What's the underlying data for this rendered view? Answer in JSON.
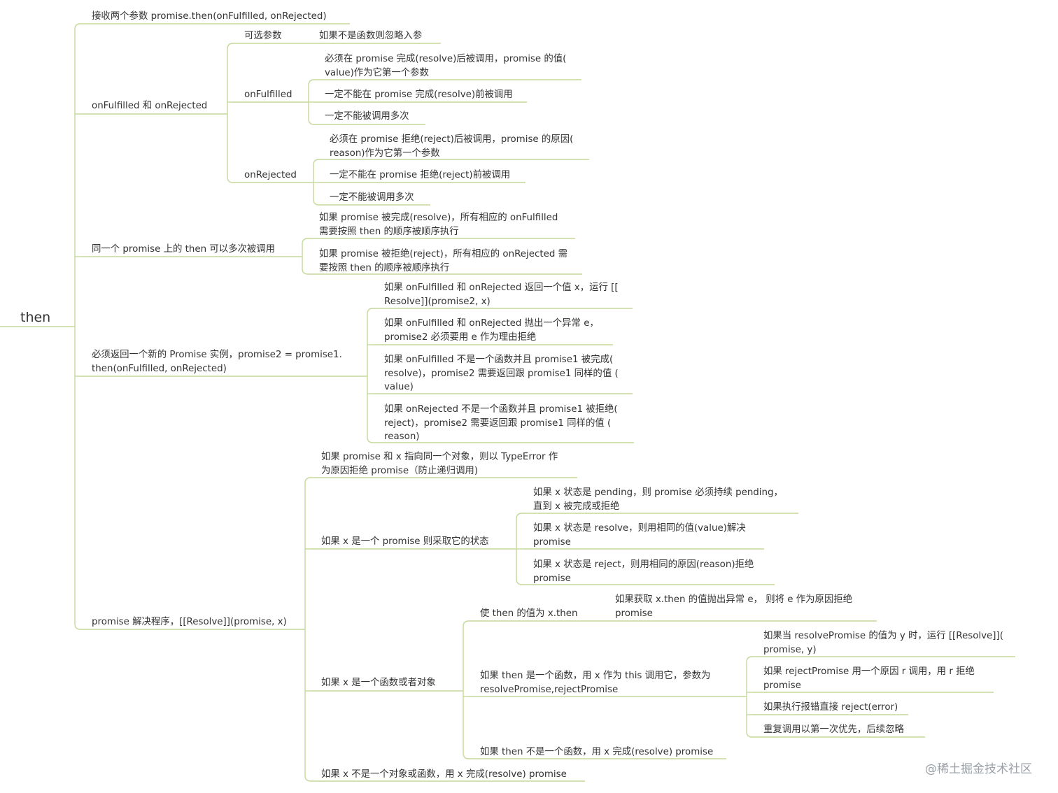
{
  "root": "then",
  "branches": {
    "b1": "接收两个参数 promise.then(onFulfilled, onRejected)",
    "b2": "onFulfilled 和 onRejected",
    "b2_optional": "可选参数",
    "b2_optional_1": "如果不是函数则忽略入参",
    "b2_onf": "onFulfilled",
    "b2_onf_1": "必须在 promise 完成(resolve)后被调用，promise 的值(\nvalue)作为它第一个参数",
    "b2_onf_2": "一定不能在 promise 完成(resolve)前被调用",
    "b2_onf_3": "一定不能被调用多次",
    "b2_onr": "onRejected",
    "b2_onr_1": "必须在 promise 拒绝(reject)后被调用，promise 的原因(\nreason)作为它第一个参数",
    "b2_onr_2": "一定不能在 promise 拒绝(reject)前被调用",
    "b2_onr_3": "一定不能被调用多次",
    "b3": "同一个 promise 上的 then 可以多次被调用",
    "b3_1": "如果 promise 被完成(resolve)，所有相应的 onFulfilled\n需要按照 then 的顺序被顺序执行",
    "b3_2": "如果 promise 被拒绝(reject)，所有相应的 onRejected 需\n要按照 then 的顺序被顺序执行",
    "b4": "必须返回一个新的 Promise 实例，promise2 = promise1.\nthen(onFulfilled, onRejected)",
    "b4_1": "如果 onFulfilled 和 onRejected 返回一个值 x，运行 [[\nResolve]](promise2, x)",
    "b4_2": "如果 onFulfilled 和 onRejected 抛出一个异常 e，\npromise2 必须要用 e 作为理由拒绝",
    "b4_3": "如果 onFulfilled 不是一个函数并且 promise1 被完成(\nresolve)，promise2 需要返回跟 promise1 同样的值 (\nvalue)",
    "b4_4": "如果 onRejected 不是一个函数并且 promise1 被拒绝(\nreject)，promise2 需要返回跟 promise1 同样的值 (\nreason)",
    "b5": "promise 解决程序，[[Resolve]](promise, x)",
    "b5_1": "如果 promise 和 x 指向同一个对象，则以 TypeError 作\n为原因拒绝 promise（防止递归调用)",
    "b5_2": "如果 x 是一个 promise 则采取它的状态",
    "b5_2_1": "如果 x 状态是 pending，则 promise 必须持续 pending，\n直到 x 被完成或拒绝",
    "b5_2_2": "如果 x 状态是 resolve，则用相同的值(value)解决\npromise",
    "b5_2_3": "如果 x 状态是 reject，则用相同的原因(reason)拒绝\npromise",
    "b5_3": "如果 x 是一个函数或者对象",
    "b5_3_1": "使 then 的值为 x.then",
    "b5_3_1_1": "如果获取 x.then 的值抛出异常 e， 则将 e 作为原因拒绝\npromise",
    "b5_3_2": "如果 then 是一个函数，用 x 作为 this 调用它，参数为\nresolvePromise,rejectPromise",
    "b5_3_2_1": "如果当 resolvePromise 的值为 y 时，运行 [[Resolve]](\npromise, y)",
    "b5_3_2_2": "如果 rejectPromise 用一个原因 r 调用，用 r 拒绝\npromise",
    "b5_3_2_3": "如果执行报错直接 reject(error)",
    "b5_3_2_4": "重复调用以第一次优先，后续忽略",
    "b5_3_3": "如果 then 不是一个函数，用 x 完成(resolve) promise",
    "b5_4": "如果 x 不是一个对象或函数，用 x 完成(resolve) promise"
  },
  "watermark": "@稀土掘金技术社区",
  "colors": {
    "line": "#c5d99a",
    "text": "#333333"
  }
}
